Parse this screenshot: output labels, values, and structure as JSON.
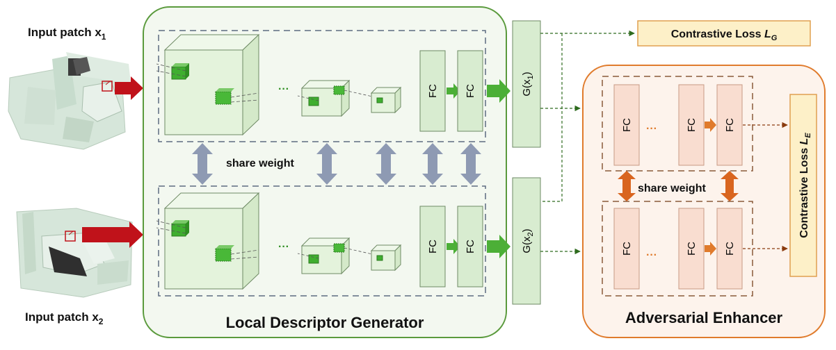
{
  "inputs": {
    "x1_label": "Input patch  x",
    "x1_sub": "1",
    "x2_label": "Input patch  x",
    "x2_sub": "2"
  },
  "generator": {
    "title": "Local Descriptor Generator",
    "share_weight": "share weight",
    "fc_label": "FC",
    "ellipsis": "···"
  },
  "outputs": {
    "g1_main": "G(x",
    "g1_sub": "1",
    "g1_close": ")",
    "g2_main": "G(x",
    "g2_sub": "2",
    "g2_close": ")"
  },
  "losses": {
    "generator_loss": "Contrastive Loss ",
    "generator_loss_var": "L",
    "generator_loss_sub": "G",
    "enhancer_loss": "Contrastive Loss ",
    "enhancer_loss_var": "L",
    "enhancer_loss_sub": "E"
  },
  "enhancer": {
    "title": "Adversarial Enhancer",
    "share_weight": "share weight",
    "fc_label": "FC",
    "ellipsis": "···"
  },
  "colors": {
    "generator_border": "#5a9a3c",
    "generator_fill": "#f3f8f0",
    "cube_fill": "#e4f3dc",
    "cube_stroke": "#6e8a64",
    "green_cube": "#3fae2f",
    "fc_fill": "#d8ecd0",
    "enhancer_border": "#e07b2c",
    "enhancer_fill": "#fdf3ec",
    "enhancer_fc_fill": "#f9ddd0",
    "loss_fill": "#fdf0c8",
    "loss_border": "#e0a050",
    "share_arrow": "#8e9ab3",
    "enhancer_share_arrow": "#d9651f",
    "input_arrow": "#c0121a"
  }
}
